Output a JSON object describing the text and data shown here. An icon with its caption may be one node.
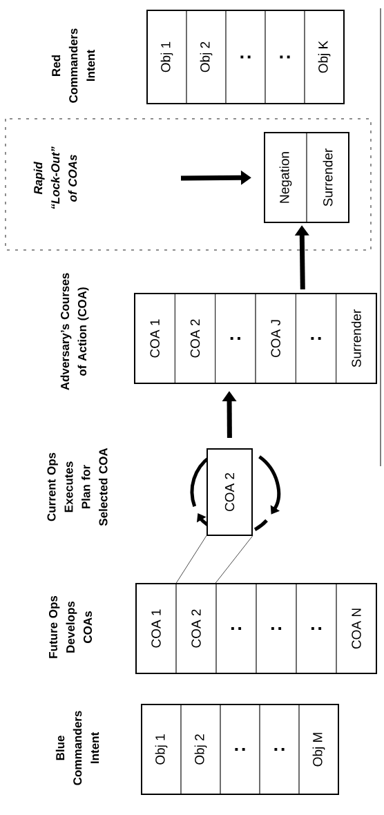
{
  "diagram": {
    "nodes": [
      {
        "text": [
          "Blue Commanders Intent"
        ]
      },
      {
        "text": [
          "Obj 1"
        ],
        "in": 0
      },
      {
        "text": [
          "Obj 2"
        ],
        "in": 0
      },
      {
        "text": [
          ":"
        ],
        "in": 0
      },
      {
        "text": [
          ":"
        ],
        "in": 0
      },
      {
        "text": [
          "Obj M"
        ],
        "in": 0
      },
      {
        "text": [
          "Future Ops Develops COAs"
        ]
      },
      {
        "text": [
          "COA 1"
        ],
        "in": 6
      },
      {
        "text": [
          "COA 2"
        ],
        "in": 6
      },
      {
        "text": [
          ":"
        ],
        "in": 6
      },
      {
        "text": [
          ":"
        ],
        "in": 6
      },
      {
        "text": [
          ":"
        ],
        "in": 6
      },
      {
        "text": [
          "COA N"
        ],
        "in": 6
      },
      {
        "text": [
          "COA 2"
        ]
      },
      {
        "text": [
          "Adversary’s Courses of Action (COA)"
        ]
      },
      {
        "text": [
          "COA 1"
        ],
        "in": 14
      },
      {
        "text": [
          "COA 2"
        ],
        "in": 14
      },
      {
        "text": [
          ":"
        ],
        "in": 14
      },
      {
        "text": [
          "COA J"
        ],
        "in": 14
      },
      {
        "text": [
          ":"
        ],
        "in": 14
      },
      {
        "text": [
          "Surrender"
        ],
        "in": 14
      },
      {
        "text": [
          "Rapid “Lock-Out” of COAs"
        ]
      },
      {
        "text": [],
        "shape": "box",
        "in": 21
      },
      {
        "text": [
          "Negation"
        ],
        "in": 22
      },
      {
        "text": [
          "Surrender"
        ],
        "in": 22
      },
      {
        "text": [
          "Red Commanders Intent"
        ]
      },
      {
        "text": [
          "Obj 1"
        ],
        "in": 25
      },
      {
        "text": [
          "Obj 2"
        ],
        "in": 25
      },
      {
        "text": [
          ":"
        ],
        "in": 25
      },
      {
        "text": [
          ":"
        ],
        "in": 25
      },
      {
        "text": [
          "Obj K"
        ],
        "in": 25
      }
    ],
    "edges": [
      {
        "from": 8,
        "to": 13,
        "arrow": "none"
      },
      {
        "from": 8,
        "to": 13,
        "arrow": "none"
      },
      {
        "from": 13,
        "to": 14,
        "arrow": "to"
      },
      {
        "from": 14,
        "to": 22,
        "arrow": "to"
      },
      {
        "from": null,
        "to": 22,
        "arrow": "to"
      }
    ],
    "labels": [
      "Current Ops Executes Plan for Selected COA"
    ]
  }
}
